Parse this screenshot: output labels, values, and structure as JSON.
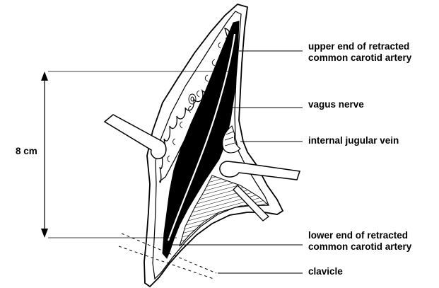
{
  "labels": {
    "upper_carotid_line1": "upper end of retracted",
    "upper_carotid_line2": "common carotid artery",
    "vagus_nerve": "vagus nerve",
    "internal_jugular_vein": "internal jugular vein",
    "lower_carotid_line1": "lower end of retracted",
    "lower_carotid_line2": "common carotid artery",
    "clavicle": "clavicle",
    "scale": "8 cm"
  },
  "colors": {
    "ink": "#000000",
    "background": "#ffffff",
    "paper": "#ffffff"
  }
}
